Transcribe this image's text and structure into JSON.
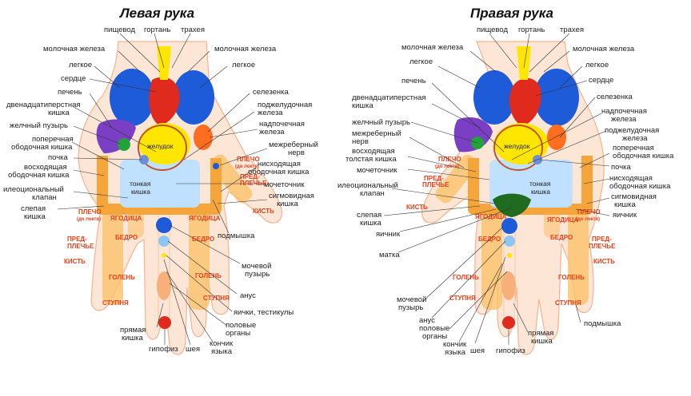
{
  "colors": {
    "skin": "#fde6d6",
    "skin_edge": "#f6b38f",
    "bone": "#fbc26a",
    "spine": "#f5a13a",
    "lung": "#1e5bd8",
    "heart": "#e02a1e",
    "liver": "#7a3fc4",
    "stomach": "#ffe600",
    "intestine": "#bfe0ff",
    "colon": "#f6a53a",
    "uterus": "#1f6b1f",
    "gland": "#ff6d1f",
    "nerve": "#6e8fd6",
    "zone_text": "#e8411b"
  },
  "left": {
    "title": "Левая рука",
    "labels": {
      "pishchevod": "пищевод",
      "gortan": "гортань",
      "trakheya": "трахея",
      "mol_zhel_l": "молочная железа",
      "mol_zhel_r": "молочная железа",
      "legkoe_l": "легкое",
      "legkoe_r": "легкое",
      "serdtse": "сердце",
      "pechen": "печень",
      "selezenka": "селезенка",
      "dvenadtsat_1": "двенадцатиперстная",
      "dvenadtsat_2": "кишка",
      "podzhel_1": "поджелудочная",
      "podzhel_2": "железа",
      "zhelch": "желчный пузырь",
      "nadpoch_1": "надпочечная",
      "nadpoch_2": "железа",
      "poper_1": "поперечная",
      "poper_2": "ободочная кишка",
      "mezhreb_1": "межреберный",
      "mezhreb_2": "нерв",
      "pochka_l": "почка",
      "voskh_1": "восходящая",
      "voskh_2": "ободочная кишка",
      "niskh_1": "нисходящая",
      "niskh_2": "ободочная кишка",
      "ileo_1": "илеоциональный",
      "ileo_2": "клапан",
      "mochetochnik": "мочеточник",
      "slepaya_1": "слепая",
      "slepaya_2": "кишка",
      "sigm_1": "сигмовидная",
      "sigm_2": "кишка",
      "podmyshka": "подмышка",
      "mochevoy_1": "мочевой",
      "mochevoy_2": "пузырь",
      "anus": "анус",
      "yaichki": "яички, тестикулы",
      "polovye_1": "половые",
      "polovye_2": "органы",
      "pryamaya_1": "прямая",
      "pryamaya_2": "кишка",
      "konchik_1": "кончик",
      "konchik_2": "языка",
      "sheya": "шея",
      "gipofiz": "гипофиз"
    },
    "organ_text": {
      "zheludok": "желудок",
      "tonkaya_1": "тонкая",
      "tonkaya_2": "кишка"
    },
    "zones": {
      "plecho_a": "ПЛЕЧО",
      "do_loktya_a": "(до локтя)",
      "pred_a1": "ПРЕД-",
      "pred_a2": "ПЛЕЧЬЕ",
      "kist_a": "КИСТЬ",
      "plecho_b": "ПЛЕЧО",
      "do_loktya_b": "(до локтя)",
      "pred_b1": "ПРЕД-",
      "pred_b2": "ПЛЕЧЬЕ",
      "kist_b": "КИСТЬ",
      "yagoditsa_1": "ЯГОДИЦА",
      "yagoditsa_2": "ЯГОДИЦА",
      "bedro_1": "БЕДРО",
      "bedro_2": "БЕДРО",
      "golen_1": "ГОЛЕНЬ",
      "golen_2": "ГОЛЕНЬ",
      "stupnya_1": "СТУПНЯ",
      "stupnya_2": "СТУПНЯ"
    }
  },
  "right": {
    "title": "Правая рука",
    "labels": {
      "pishchevod": "пищевод",
      "gortan": "гортань",
      "trakheya": "трахея",
      "mol_zhel_l": "молочная железа",
      "mol_zhel_r": "молочная железа",
      "legkoe_l": "легкое",
      "legkoe_r": "легкое",
      "serdtse": "сердце",
      "pechen": "печень",
      "selezenka": "селезенка",
      "dvenadtsat_1": "двенадцатиперстная",
      "dvenadtsat_2": "кишка",
      "nadpoch_1": "надпочечная",
      "nadpoch_2": "железа",
      "zhelch": "желчный пузырь",
      "podzhel_1": "поджелудочная",
      "podzhel_2": "железа",
      "mezhreb_1": "межреберный",
      "mezhreb_2": "нерв",
      "poper_1": "поперечная",
      "poper_2": "ободочная кишка",
      "voskh_1": "восходящая",
      "voskh_2": "толстая кишка",
      "pochka": "почка",
      "mochetochnik": "мочеточник",
      "niskh_1": "нисходящая",
      "niskh_2": "ободочная кишка",
      "ileo_1": "илеоциональный",
      "ileo_2": "клапан",
      "sigm_1": "сигмовидная",
      "sigm_2": "кишка",
      "slepaya_1": "слепая",
      "slepaya_2": "кишка",
      "yaichnik_l": "яичник",
      "yaichnik_r": "яичник",
      "matka": "матка",
      "mochevoy_1": "мочевой",
      "mochevoy_2": "пузырь",
      "anus": "анус",
      "polovye_1": "половые",
      "polovye_2": "органы",
      "konchik_1": "кончик",
      "konchik_2": "языка",
      "sheya": "шея",
      "gipofiz": "гипофиз",
      "pryamaya_1": "прямая",
      "pryamaya_2": "кишка",
      "podmyshka": "подмышка"
    },
    "organ_text": {
      "zheludok": "желудок",
      "tonkaya_1": "тонкая",
      "tonkaya_2": "кишка"
    },
    "zones": {
      "plecho_a": "ПЛЕЧО",
      "do_loktya_a": "(до локтя)",
      "pred_a1": "ПРЕД-",
      "pred_a2": "ПЛЕЧЬЕ",
      "kist_a": "КИСТЬ",
      "plecho_b": "ПЛЕЧО",
      "do_loktya_b": "(до локтя)",
      "pred_b1": "ПРЕД-",
      "pred_b2": "ПЛЕЧЬЕ",
      "kist_b": "КИСТЬ",
      "yagoditsa_1": "ЯГОДИЦА",
      "yagoditsa_2": "ЯГОДИЦА",
      "bedro_1": "БЕДРО",
      "bedro_2": "БЕДРО",
      "golen_1": "ГОЛЕНЬ",
      "golen_2": "ГОЛЕНЬ",
      "stupnya_1": "СТУПНЯ",
      "stupnya_2": "СТУПНЯ"
    }
  }
}
